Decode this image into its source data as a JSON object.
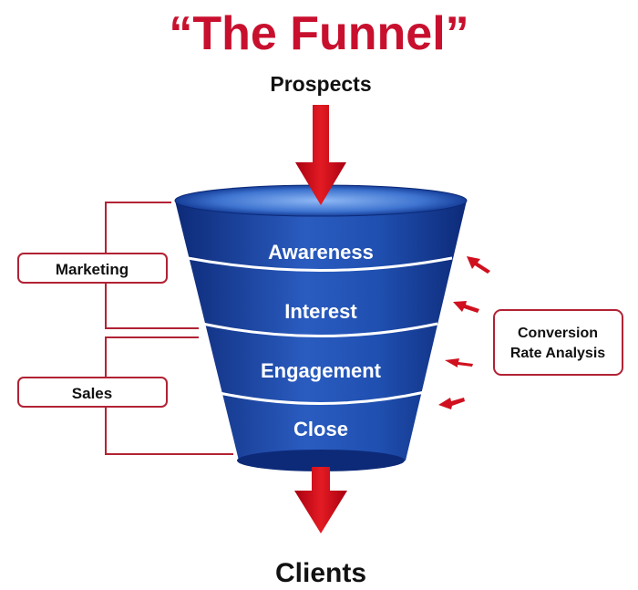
{
  "title": "“The Funnel”",
  "top_label": "Prospects",
  "bottom_label": "Clients",
  "stages": [
    {
      "label": "Awareness"
    },
    {
      "label": "Interest"
    },
    {
      "label": "Engagement"
    },
    {
      "label": "Close"
    }
  ],
  "groups": {
    "marketing": "Marketing",
    "sales": "Sales"
  },
  "conversion": {
    "line1": "Conversion",
    "line2": "Rate Analysis"
  },
  "colors": {
    "title": "#c8102e",
    "arrow": "#d0101e",
    "funnel_dark": "#0d2a78",
    "funnel_mid": "#1f4fb0",
    "funnel_light": "#5f90e6",
    "bracket": "#b22234"
  }
}
